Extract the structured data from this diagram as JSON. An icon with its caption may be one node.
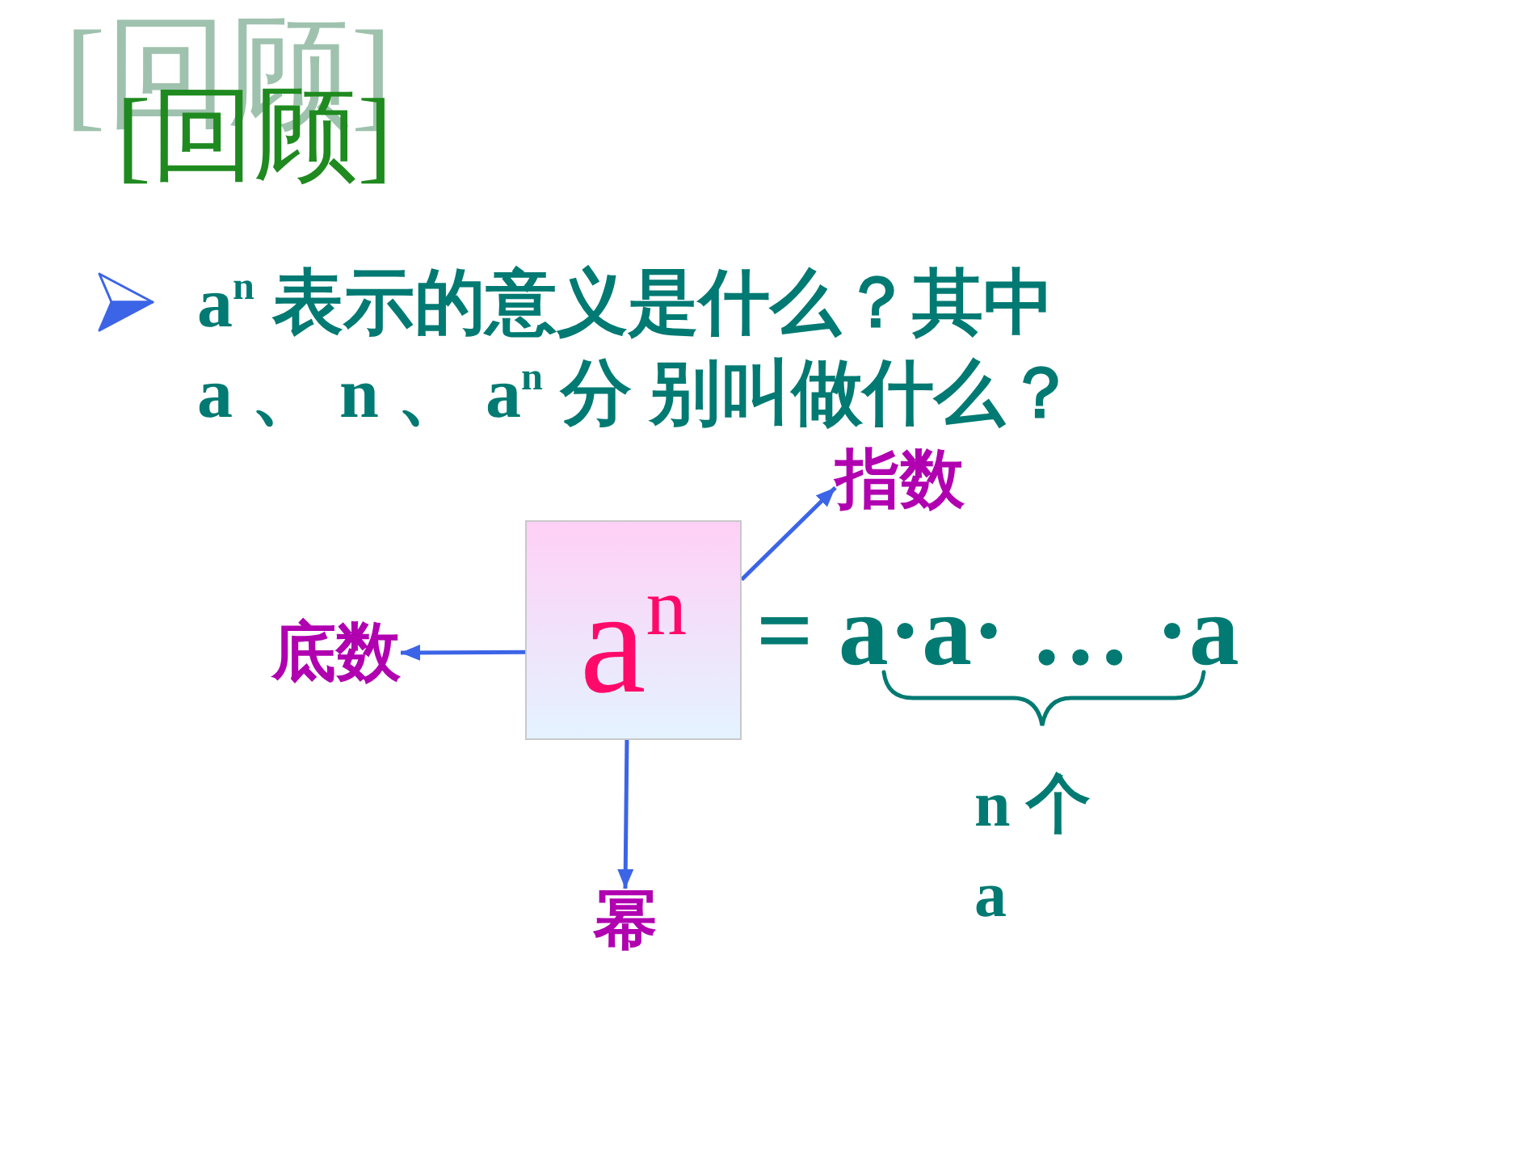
{
  "diagram": {
    "title": "[回顾]",
    "nodes": [
      {
        "text": [
          "指数"
        ]
      },
      {
        "text": [
          "底数"
        ]
      },
      {
        "text": [
          "a$^{n}$"
        ]
      },
      {
        "text": [
          "幂"
        ]
      }
    ],
    "edges": [
      {
        "from": 2,
        "to": 0,
        "arrow": "to"
      },
      {
        "from": 2,
        "to": 1,
        "arrow": "to"
      },
      {
        "from": 2,
        "to": 3,
        "arrow": "to"
      }
    ],
    "labels": [
      "[回顾]",
      "a$^{n}$ 表示的意义是什么？其中 a 、 n 、 a$^{n}$ 分 别叫做什么？",
      "= a·a· … ·a",
      "n 个 a"
    ]
  }
}
